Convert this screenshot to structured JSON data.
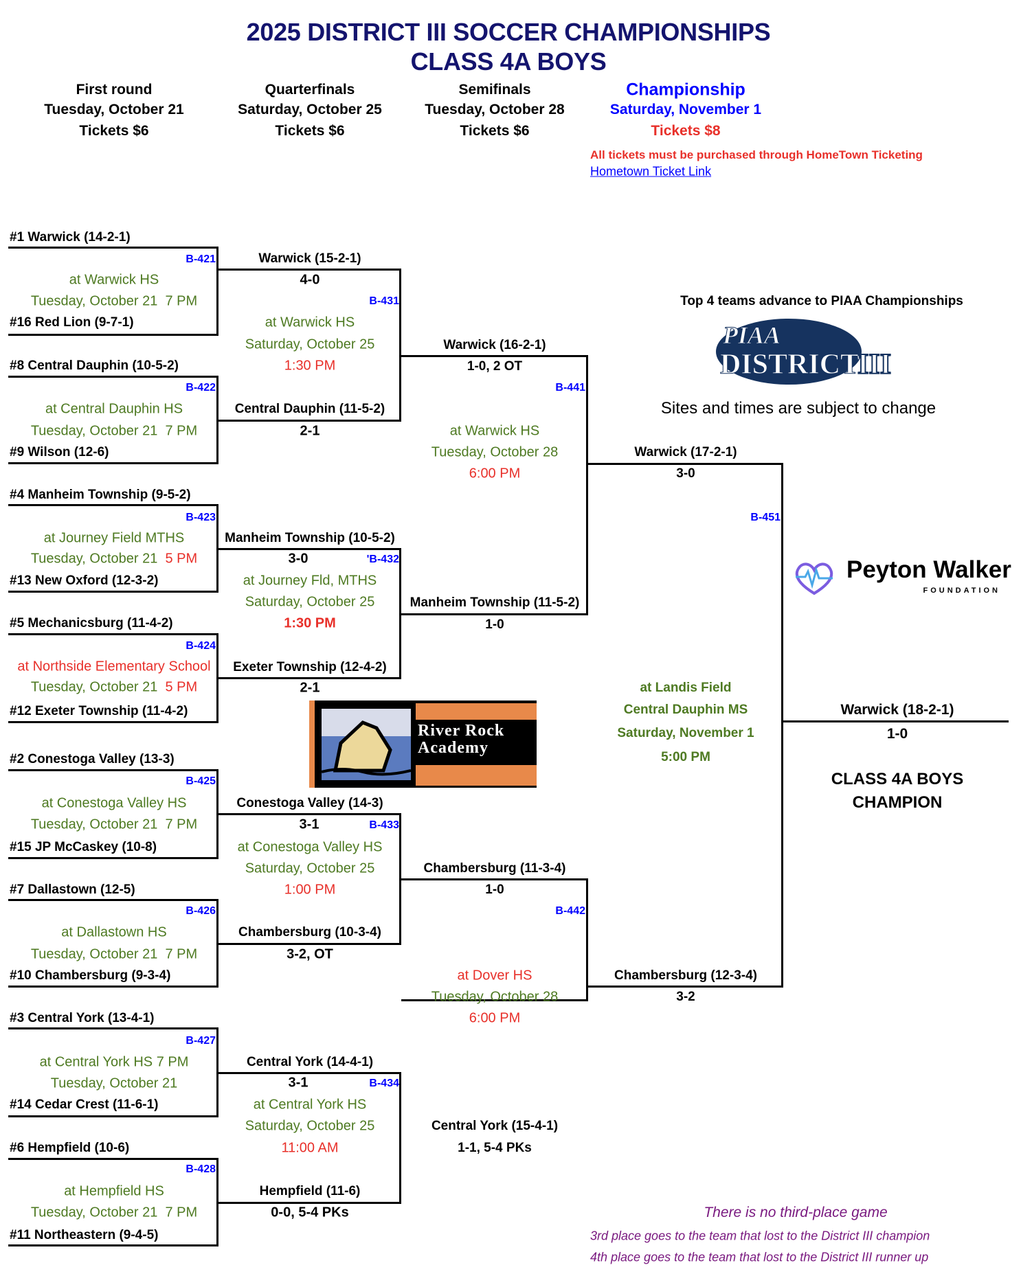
{
  "header": {
    "title": "2025 DISTRICT III SOCCER CHAMPIONSHIPS",
    "subtitle": "CLASS 4A BOYS"
  },
  "rounds": [
    {
      "name": "First round",
      "date": "Tuesday, October 21",
      "tickets": "Tickets $6"
    },
    {
      "name": "Quarterfinals",
      "date": "Saturday, October 25",
      "tickets": "Tickets $6"
    },
    {
      "name": "Semifinals",
      "date": "Tuesday, October 28",
      "tickets": "Tickets $6"
    },
    {
      "name": "Championship",
      "date": "Saturday, November 1",
      "tickets": "Tickets $8"
    }
  ],
  "ticket_note": "All tickets must be purchased through HomeTown Ticketing",
  "ticket_link": "Hometown Ticket Link",
  "first_round": [
    {
      "top": "#1 Warwick (14-2-1)",
      "code": "B-421",
      "venue": "at Warwick HS",
      "date": "Tuesday, October 21",
      "time": "7 PM",
      "bottom": "#16 Red Lion (9-7-1)"
    },
    {
      "top": "#8 Central Dauphin (10-5-2)",
      "code": "B-422",
      "venue": "at Central Dauphin HS",
      "date": "Tuesday, October 21",
      "time": "7 PM",
      "bottom": "#9 Wilson (12-6)"
    },
    {
      "top": "#4 Manheim Township (9-5-2)",
      "code": "B-423",
      "venue": "at Journey Field MTHS",
      "date": "Tuesday, October 21",
      "time": "5 PM",
      "bottom": "#13 New Oxford (12-3-2)"
    },
    {
      "top": "#5 Mechanicsburg (11-4-2)",
      "code": "B-424",
      "venue": "at Northside Elementary School",
      "date": "Tuesday, October 21",
      "time": "5 PM",
      "bottom": "#12 Exeter Township (11-4-2)"
    },
    {
      "top": "#2 Conestoga Valley (13-3)",
      "code": "B-425",
      "venue": "at Conestoga Valley HS",
      "date": "Tuesday, October 21",
      "time": "7 PM",
      "bottom": "#15 JP McCaskey (10-8)"
    },
    {
      "top": "#7 Dallastown (12-5)",
      "code": "B-426",
      "venue": "at Dallastown HS",
      "date": "Tuesday, October 21",
      "time": "7 PM",
      "bottom": "#10 Chambersburg (9-3-4)"
    },
    {
      "top": "#3 Central York (13-4-1)",
      "code": "B-427",
      "venue": "at Central York HS  7 PM",
      "date": "Tuesday, October 21",
      "time": "",
      "bottom": "#14 Cedar Crest (11-6-1)"
    },
    {
      "top": "#6 Hempfield (10-6)",
      "code": "B-428",
      "venue": "at Hempfield HS",
      "date": "Tuesday, October 21",
      "time": "7 PM",
      "bottom": "#11 Northeastern (9-4-5)"
    }
  ],
  "quarterfinals": [
    {
      "top": "Warwick (15-2-1)",
      "top_score": "4-0",
      "code": "B-431",
      "venue": "at Warwick HS",
      "date": "Saturday, October 25",
      "time": "1:30 PM",
      "bottom": "Central Dauphin (11-5-2)",
      "bottom_score": "2-1"
    },
    {
      "top": "Manheim Township (10-5-2)",
      "top_score": "3-0",
      "code": "'B-432",
      "venue": "at Journey Fld, MTHS",
      "date": "Saturday, October 25",
      "time": "1:30 PM",
      "bottom": "Exeter Township (12-4-2)",
      "bottom_score": "2-1"
    },
    {
      "top": "Conestoga Valley (14-3)",
      "top_score": "3-1",
      "code": "B-433",
      "venue": "at Conestoga Valley HS",
      "date": "Saturday, October 25",
      "time": "1:00 PM",
      "bottom": "Chambersburg (10-3-4)",
      "bottom_score": "3-2, OT"
    },
    {
      "top": "Central York (14-4-1)",
      "top_score": "3-1",
      "code": "B-434",
      "venue": "at Central York HS",
      "date": "Saturday, October 25",
      "time": "11:00 AM",
      "bottom": "Hempfield (11-6)",
      "bottom_score": "0-0, 5-4 PKs"
    }
  ],
  "semifinals": [
    {
      "top": "Warwick (16-2-1)",
      "top_score": "1-0, 2 OT",
      "code": "B-441",
      "venue": "at Warwick HS",
      "date": "Tuesday, October 28",
      "time": "6:00 PM",
      "bottom": "Manheim Township (11-5-2)",
      "bottom_score": "1-0"
    },
    {
      "top": "Chambersburg (11-3-4)",
      "top_score": "1-0",
      "code": "B-442",
      "venue": "at Dover HS",
      "date": "Tuesday, October 28",
      "time": "6:00 PM",
      "bottom": "Central York (15-4-1)",
      "bottom_score": "1-1, 5-4 PKs"
    }
  ],
  "final": {
    "top": "Warwick (17-2-1)",
    "top_score": "3-0",
    "code": "B-451",
    "bottom": "Chambersburg (12-3-4)",
    "bottom_score": "3-2",
    "venue": "at Landis Field",
    "venue2": "Central Dauphin MS",
    "date": "Saturday, November 1",
    "time": "5:00 PM"
  },
  "champion": {
    "team": "Warwick (18-2-1)",
    "score": "1-0",
    "label1": "CLASS 4A BOYS",
    "label2": "CHAMPION"
  },
  "side": {
    "advance": "Top 4 teams advance to PIAA Championships",
    "piaa_logo": "PIAA DISTRICT III",
    "sites": "Sites and times are subject to change",
    "sponsor_name": "Peyton Walker",
    "sponsor_sub": "FOUNDATION",
    "river_rock": "River Rock Academy"
  },
  "footer": {
    "line1": "There is no third-place game",
    "line2": "3rd place goes to the team that lost to the District III champion",
    "line3": "4th place goes to the team that lost to the District III runner up"
  }
}
